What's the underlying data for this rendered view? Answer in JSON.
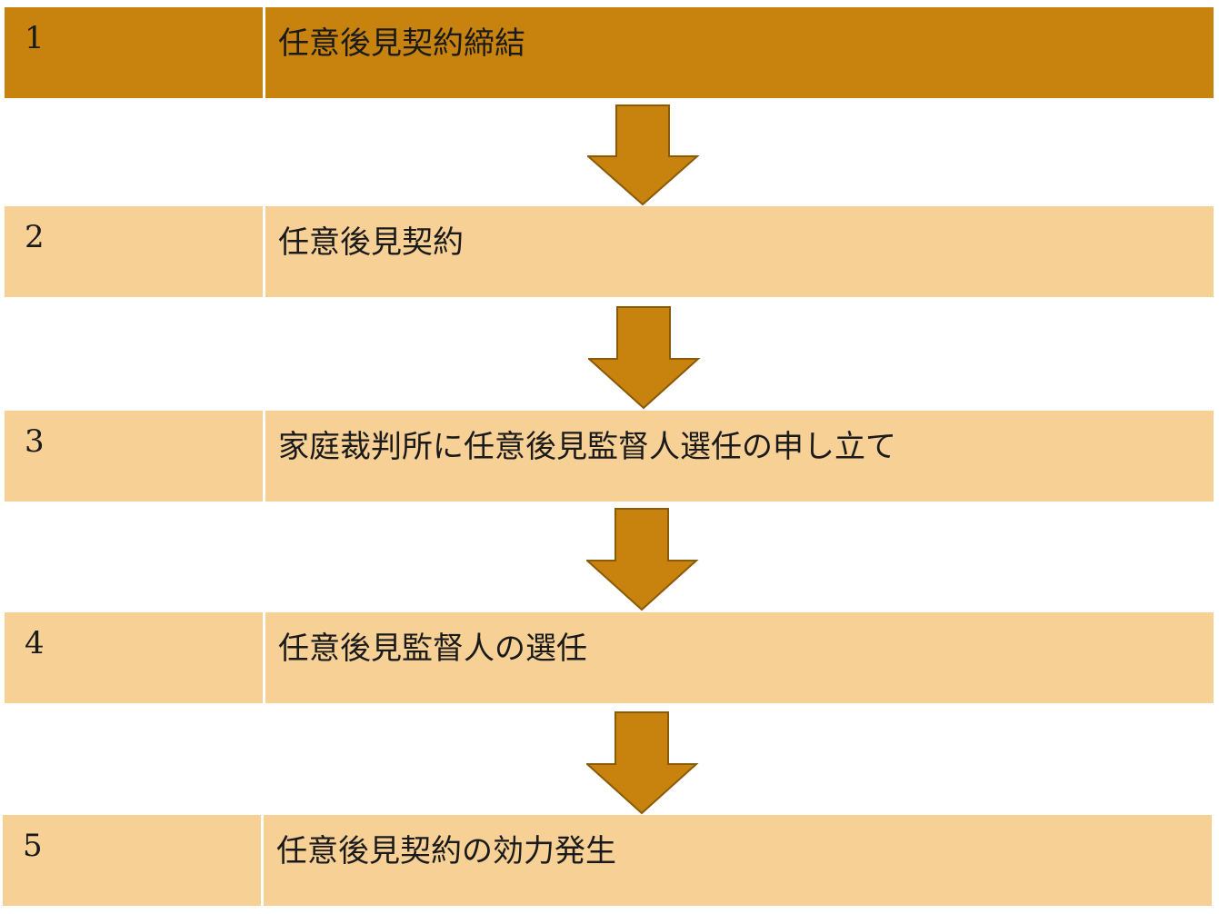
{
  "colors": {
    "highlight": "#c8820e",
    "normal": "#f7d095",
    "arrow_fill": "#c8820e",
    "arrow_stroke": "#8a5a06"
  },
  "steps": [
    {
      "number": "1",
      "label": "任意後見契約締結",
      "highlighted": true
    },
    {
      "number": "2",
      "label": "任意後見契約",
      "highlighted": false
    },
    {
      "number": "3",
      "label": "家庭裁判所に任意後見監督人選任の申し立て",
      "highlighted": false
    },
    {
      "number": "4",
      "label": "任意後見監督人の選任",
      "highlighted": false
    },
    {
      "number": "5",
      "label": "任意後見契約の効力発生",
      "highlighted": false
    }
  ],
  "arrows": [
    {
      "icon": "down-arrow-icon"
    },
    {
      "icon": "down-arrow-icon"
    },
    {
      "icon": "down-arrow-icon"
    },
    {
      "icon": "down-arrow-icon"
    }
  ]
}
